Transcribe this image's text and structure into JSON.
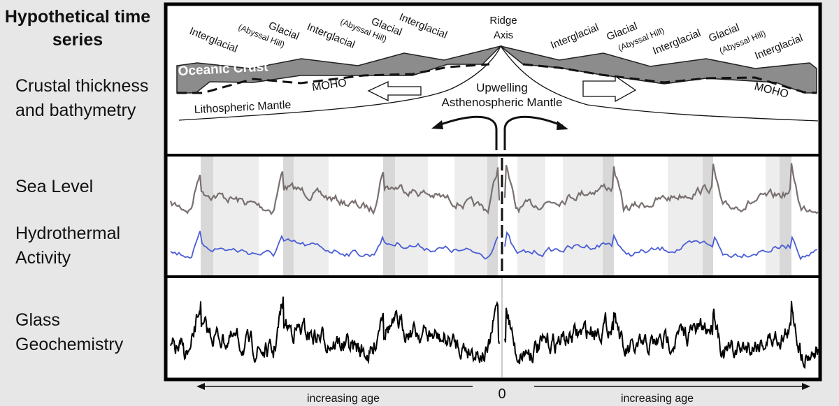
{
  "side_labels": {
    "title": "Hypothetical time series",
    "crustal": "Crustal thickness and bathymetry",
    "sea_level": "Sea Level",
    "hydrothermal": "Hydrothermal Activity",
    "glass": "Glass Geochemistry"
  },
  "top_panel": {
    "left_stages": [
      "Interglacial",
      "Glacial",
      "(Abyssal Hill)",
      "Interglacial",
      "(Abyssal Hill)",
      "Glacial",
      "Interglacial"
    ],
    "right_stages": [
      "Interglacial",
      "Glacial",
      "(Abyssal Hill)",
      "Interglacial",
      "Glacial",
      "(Abyssal Hill)",
      "Interglacial"
    ],
    "ridge_axis": [
      "Ridge",
      "Axis"
    ],
    "oceanic_crust": "Oceanic Crust",
    "moho": "MOHO",
    "lithospheric_mantle": "Lithospheric Mantle",
    "upwelling": [
      "Upwelling",
      "Asthenospheric Mantle"
    ]
  },
  "axis": {
    "left_label": "increasing age",
    "zero": "0",
    "right_label": "increasing age"
  },
  "colors": {
    "crust": "#8c8c8c",
    "sea_level": "#7a7070",
    "hydrothermal": "#4a5ed6",
    "glass": "#000000",
    "band_dark": "#d8d8d8",
    "band_light": "#ededed"
  }
}
